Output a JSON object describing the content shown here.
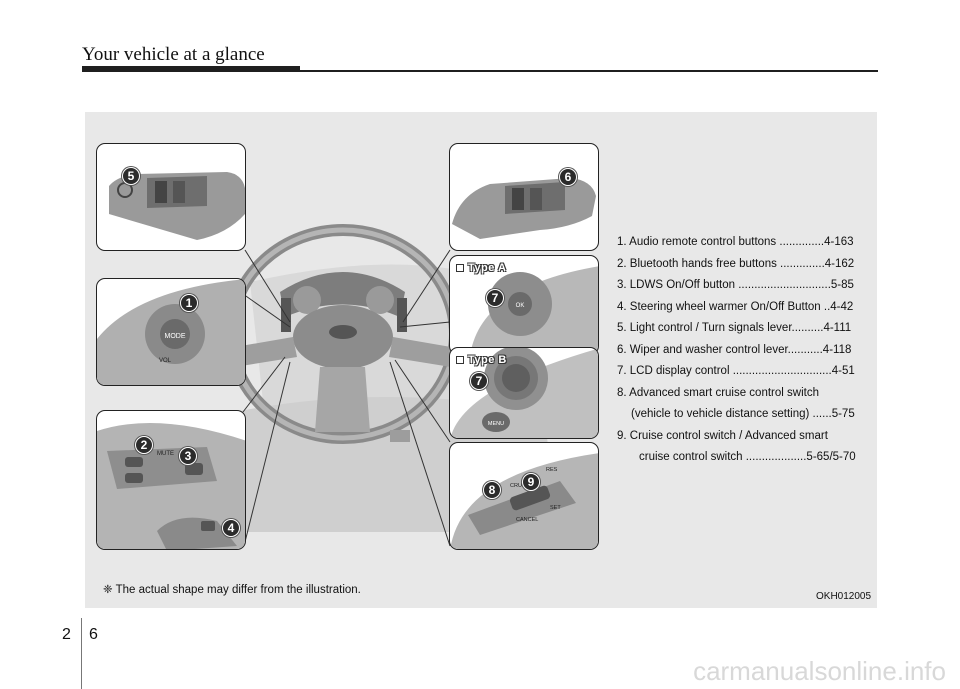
{
  "header": {
    "title": "Your vehicle at a glance"
  },
  "figure": {
    "type_a_label": "Type A",
    "type_b_label": "Type B",
    "callouts": [
      "1",
      "2",
      "3",
      "4",
      "5",
      "6",
      "7",
      "7",
      "8",
      "9"
    ],
    "caption": "❈ The actual shape may differ from the illustration.",
    "code": "OKH012005",
    "control_labels": {
      "mode": "MODE",
      "vol": "VOL",
      "ok": "OK",
      "menu": "MENU",
      "mute": "MUTE",
      "cruise": "CRUISE",
      "res": "RES",
      "set": "SET",
      "cancel": "CANCEL"
    }
  },
  "legend": [
    {
      "line1": "1. Audio remote control buttons ..............4-163",
      "line2": ""
    },
    {
      "line1": "2. Bluetooth hands free buttons ..............4-162",
      "line2": ""
    },
    {
      "line1": "3. LDWS On/Off button .............................5-85",
      "line2": ""
    },
    {
      "line1": "4. Steering wheel warmer On/Off Button ..4-42",
      "line2": ""
    },
    {
      "line1": "5. Light control / Turn signals lever..........4-111",
      "line2": ""
    },
    {
      "line1": "6. Wiper and washer control lever...........4-118",
      "line2": ""
    },
    {
      "line1": "7. LCD display control ...............................4-51",
      "line2": ""
    },
    {
      "line1": "8. Advanced smart cruise control switch",
      "line2": "(vehicle to vehicle distance setting) ......5-75"
    },
    {
      "line1": "9. Cruise control switch / Advanced smart",
      "line2": "cruise control switch ...................5-65/5-70"
    }
  ],
  "page": {
    "chapter": "2",
    "number": "6"
  },
  "watermark": "carmanualsonline.info"
}
